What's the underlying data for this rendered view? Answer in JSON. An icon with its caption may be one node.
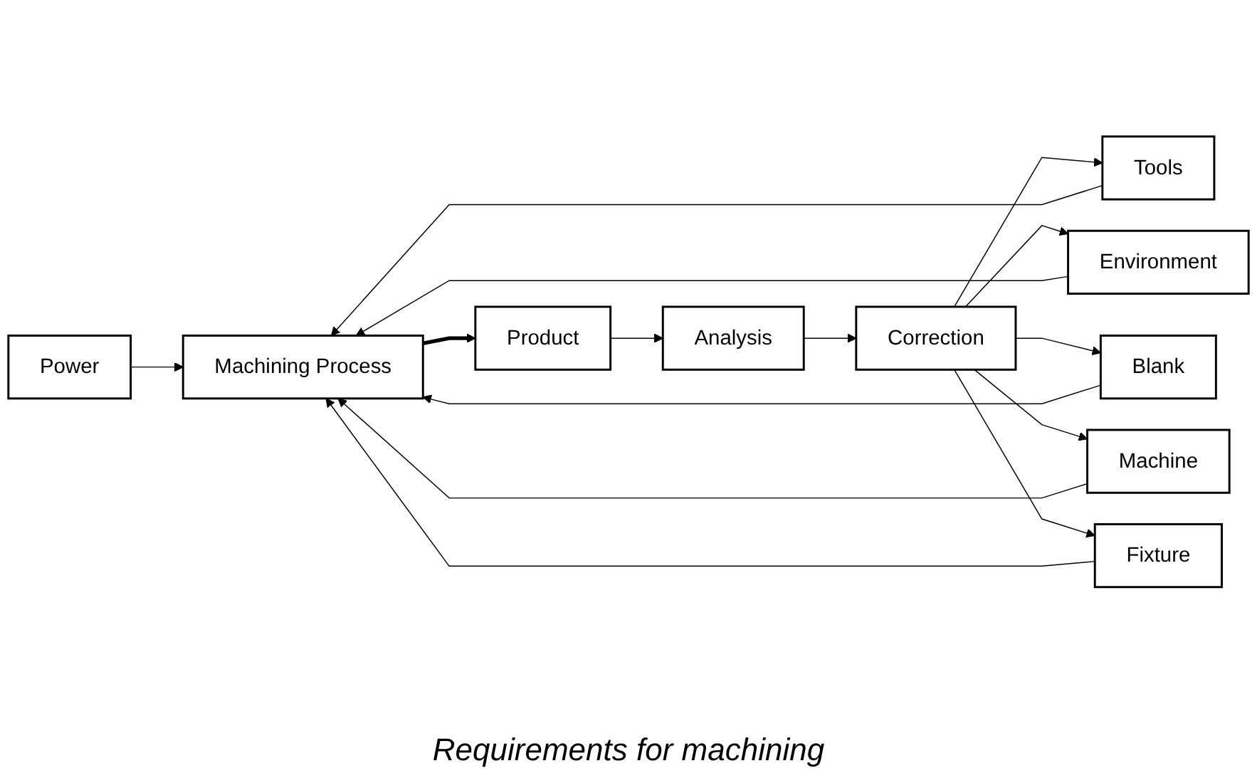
{
  "diagram": {
    "caption": "Requirements for machining",
    "nodes": [
      {
        "text": [
          "Power"
        ]
      },
      {
        "text": [
          "Blank"
        ]
      },
      {
        "text": [
          "Machine"
        ]
      },
      {
        "text": [
          "Fixture"
        ]
      },
      {
        "text": [
          "Machining Process"
        ]
      },
      {
        "text": [
          "Product"
        ]
      },
      {
        "text": [
          "Tools"
        ]
      },
      {
        "text": [
          "Environment"
        ]
      },
      {
        "text": [
          "Correction"
        ]
      },
      {
        "text": [
          "Analysis"
        ]
      }
    ],
    "edges": [
      {
        "from": 0,
        "to": 4,
        "arrow": "to"
      },
      {
        "from": 1,
        "to": 4,
        "arrow": "to"
      },
      {
        "from": 2,
        "to": 4,
        "arrow": "to"
      },
      {
        "from": 3,
        "to": 4,
        "arrow": "to"
      },
      {
        "from": 4,
        "to": 5,
        "arrow": "to",
        "style": "thick"
      },
      {
        "from": 6,
        "to": 4,
        "arrow": "to"
      },
      {
        "from": 7,
        "to": 4,
        "arrow": "to"
      },
      {
        "from": 5,
        "to": 9,
        "arrow": "to"
      },
      {
        "from": 9,
        "to": 8,
        "arrow": "to"
      },
      {
        "from": 8,
        "to": 6,
        "arrow": "to"
      },
      {
        "from": 8,
        "to": 7,
        "arrow": "to"
      },
      {
        "from": 8,
        "to": 1,
        "arrow": "to"
      },
      {
        "from": 8,
        "to": 2,
        "arrow": "to"
      },
      {
        "from": 8,
        "to": 3,
        "arrow": "to"
      }
    ]
  }
}
